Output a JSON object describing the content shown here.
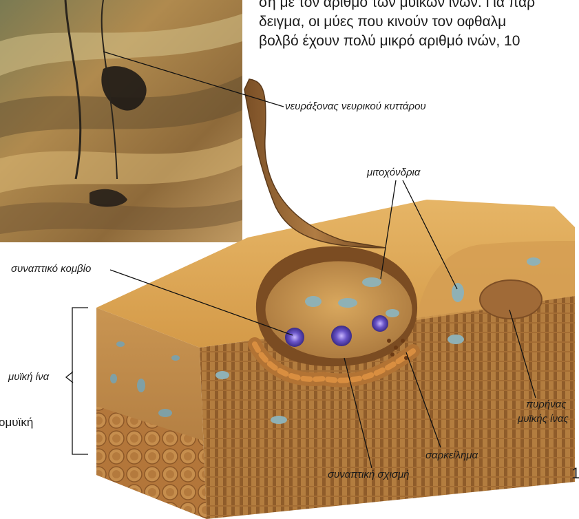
{
  "paragraph": {
    "lines": [
      "ση με τον αριθμό των μυϊκών ινών. Για παρ",
      "δειγμα, οι μύες που κινούν τον οφθαλμ",
      "βολβό έχουν πολύ μικρό αριθμό ινών, 10"
    ]
  },
  "labels": {
    "axon": "νευράξονας νευρικού κυττάρου",
    "mitochondria": "μιτοχόνδρια",
    "synaptic_knob": "συναπτικό κομβίο",
    "muscle_fiber": "μυϊκή ίνα",
    "neuromuscular": "ομυϊκή",
    "nucleus_line1": "πυρήνας",
    "nucleus_line2": "μυϊκής ίνας",
    "sarcolemma": "σαρκείλημα",
    "synaptic_cleft": "συναπτική σχισμή"
  },
  "page_number_fragment": "1"
}
